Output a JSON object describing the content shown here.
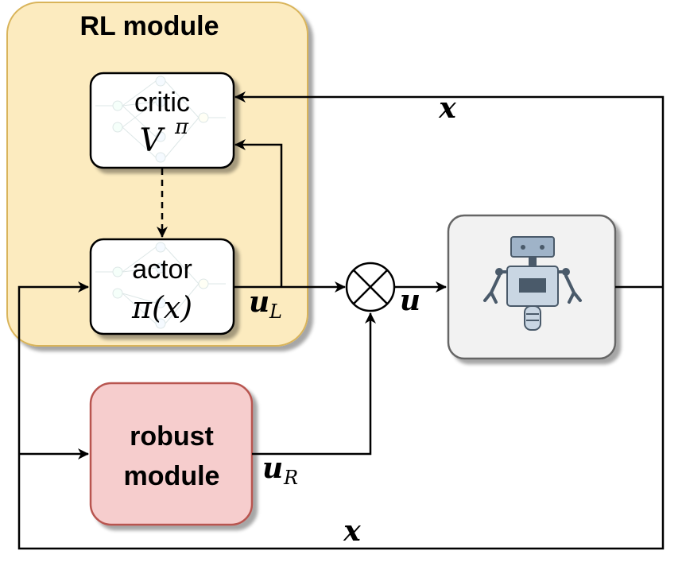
{
  "rl_module": {
    "title": "RL module",
    "fill": "#FCEBBF",
    "stroke": "#D9B45A"
  },
  "critic": {
    "label": "critic",
    "math_main": "V",
    "math_sup": "π"
  },
  "actor": {
    "label": "actor",
    "math": "π(x)"
  },
  "robust_module": {
    "line1": "robust",
    "line2": "module",
    "fill": "#F6CDCD",
    "stroke": "#B85450"
  },
  "signals": {
    "u_L_main": "u",
    "u_L_sub": "L",
    "u_R_main": "u",
    "u_R_sub": "R",
    "u": "u",
    "x_top": "x",
    "x_bottom": "x"
  },
  "plant": {
    "icon": "robot-icon",
    "fill": "#F2F2F2",
    "stroke": "#666666"
  },
  "summing_junction": {
    "symbol": "⊗"
  },
  "colors": {
    "line": "#000000",
    "node_fill": "#ffffff"
  }
}
